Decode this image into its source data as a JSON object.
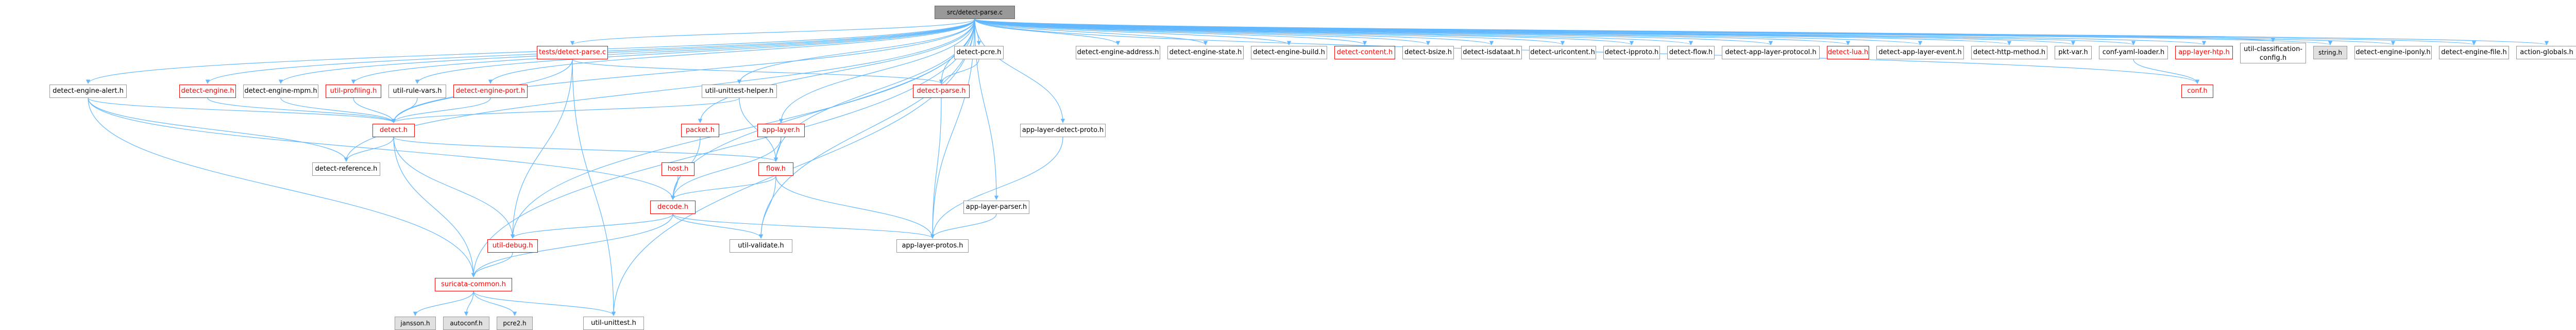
{
  "graph": {
    "edge_color": "#63b8ff",
    "nodes": [
      {
        "id": "root",
        "label": "src/detect-parse.c",
        "style": "root"
      },
      {
        "id": "tests_detect_parse",
        "label": "tests/detect-parse.c",
        "style": "red"
      },
      {
        "id": "detect_pcre",
        "label": "detect-pcre.h",
        "style": "normal"
      },
      {
        "id": "detect_engine_address",
        "label": "detect-engine-address.h",
        "style": "normal"
      },
      {
        "id": "detect_engine_state",
        "label": "detect-engine-state.h",
        "style": "normal"
      },
      {
        "id": "detect_engine_build",
        "label": "detect-engine-build.h",
        "style": "normal"
      },
      {
        "id": "detect_content",
        "label": "detect-content.h",
        "style": "red"
      },
      {
        "id": "detect_bsize",
        "label": "detect-bsize.h",
        "style": "normal"
      },
      {
        "id": "detect_isdataat",
        "label": "detect-isdataat.h",
        "style": "normal"
      },
      {
        "id": "detect_uricontent",
        "label": "detect-uricontent.h",
        "style": "normal"
      },
      {
        "id": "detect_ipproto",
        "label": "detect-ipproto.h",
        "style": "normal"
      },
      {
        "id": "detect_flow",
        "label": "detect-flow.h",
        "style": "normal"
      },
      {
        "id": "detect_app_layer_protocol",
        "label": "detect-app-layer-protocol.h",
        "style": "normal"
      },
      {
        "id": "detect_lua",
        "label": "detect-lua.h",
        "style": "red"
      },
      {
        "id": "detect_app_layer_event",
        "label": "detect-app-layer-event.h",
        "style": "normal"
      },
      {
        "id": "detect_http_method",
        "label": "detect-http-method.h",
        "style": "normal"
      },
      {
        "id": "pkt_var",
        "label": "pkt-var.h",
        "style": "normal"
      },
      {
        "id": "conf_yaml_loader",
        "label": "conf-yaml-loader.h",
        "style": "normal"
      },
      {
        "id": "app_layer_htp",
        "label": "app-layer-htp.h",
        "style": "red"
      },
      {
        "id": "util_classification_config",
        "label": "util-classification-config.h",
        "style": "normal",
        "two": true
      },
      {
        "id": "string_h",
        "label": "string.h",
        "style": "grey"
      },
      {
        "id": "detect_engine_iponly",
        "label": "detect-engine-iponly.h",
        "style": "normal"
      },
      {
        "id": "detect_engine_file",
        "label": "detect-engine-file.h",
        "style": "normal"
      },
      {
        "id": "action_globals",
        "label": "action-globals.h",
        "style": "normal"
      },
      {
        "id": "detect_engine_alert",
        "label": "detect-engine-alert.h",
        "style": "normal"
      },
      {
        "id": "detect_engine",
        "label": "detect-engine.h",
        "style": "red"
      },
      {
        "id": "detect_engine_mpm",
        "label": "detect-engine-mpm.h",
        "style": "normal"
      },
      {
        "id": "util_profiling",
        "label": "util-profiling.h",
        "style": "red"
      },
      {
        "id": "util_rule_vars",
        "label": "util-rule-vars.h",
        "style": "normal"
      },
      {
        "id": "detect_engine_port",
        "label": "detect-engine-port.h",
        "style": "red"
      },
      {
        "id": "util_unittest_helper",
        "label": "util-unittest-helper.h",
        "style": "normal"
      },
      {
        "id": "detect_parse_h",
        "label": "detect-parse.h",
        "style": "red"
      },
      {
        "id": "conf_h",
        "label": "conf.h",
        "style": "red"
      },
      {
        "id": "app_layer_detect_proto",
        "label": "app-layer-detect-proto.h",
        "style": "normal"
      },
      {
        "id": "detect_h",
        "label": "detect.h",
        "style": "red"
      },
      {
        "id": "packet_h",
        "label": "packet.h",
        "style": "red"
      },
      {
        "id": "app_layer_h",
        "label": "app-layer.h",
        "style": "red"
      },
      {
        "id": "detect_reference",
        "label": "detect-reference.h",
        "style": "normal"
      },
      {
        "id": "host_h",
        "label": "host.h",
        "style": "red"
      },
      {
        "id": "flow_h",
        "label": "flow.h",
        "style": "red"
      },
      {
        "id": "decode_h",
        "label": "decode.h",
        "style": "red"
      },
      {
        "id": "app_layer_parser",
        "label": "app-layer-parser.h",
        "style": "normal"
      },
      {
        "id": "util_debug",
        "label": "util-debug.h",
        "style": "red"
      },
      {
        "id": "util_validate",
        "label": "util-validate.h",
        "style": "normal"
      },
      {
        "id": "app_layer_protos",
        "label": "app-layer-protos.h",
        "style": "normal"
      },
      {
        "id": "suricata_common",
        "label": "suricata-common.h",
        "style": "red"
      },
      {
        "id": "jansson_h",
        "label": "jansson.h",
        "style": "grey"
      },
      {
        "id": "autoconf_h",
        "label": "autoconf.h",
        "style": "grey"
      },
      {
        "id": "pcre2_h",
        "label": "pcre2.h",
        "style": "grey"
      },
      {
        "id": "util_unittest",
        "label": "util-unittest.h",
        "style": "normal"
      }
    ],
    "edges": [
      [
        "root",
        "tests_detect_parse"
      ],
      [
        "root",
        "detect_pcre"
      ],
      [
        "root",
        "detect_engine_address"
      ],
      [
        "root",
        "detect_engine_state"
      ],
      [
        "root",
        "detect_engine_build"
      ],
      [
        "root",
        "detect_content"
      ],
      [
        "root",
        "detect_bsize"
      ],
      [
        "root",
        "detect_isdataat"
      ],
      [
        "root",
        "detect_uricontent"
      ],
      [
        "root",
        "detect_ipproto"
      ],
      [
        "root",
        "detect_flow"
      ],
      [
        "root",
        "detect_app_layer_protocol"
      ],
      [
        "root",
        "detect_lua"
      ],
      [
        "root",
        "detect_app_layer_event"
      ],
      [
        "root",
        "detect_http_method"
      ],
      [
        "root",
        "pkt_var"
      ],
      [
        "root",
        "conf_yaml_loader"
      ],
      [
        "root",
        "app_layer_htp"
      ],
      [
        "root",
        "util_classification_config"
      ],
      [
        "root",
        "string_h"
      ],
      [
        "root",
        "detect_engine_iponly"
      ],
      [
        "root",
        "detect_engine_file"
      ],
      [
        "root",
        "action_globals"
      ],
      [
        "root",
        "detect_engine_alert"
      ],
      [
        "root",
        "detect_engine"
      ],
      [
        "root",
        "detect_engine_mpm"
      ],
      [
        "root",
        "util_profiling"
      ],
      [
        "root",
        "util_rule_vars"
      ],
      [
        "root",
        "detect_engine_port"
      ],
      [
        "root",
        "util_unittest_helper"
      ],
      [
        "root",
        "detect_parse_h"
      ],
      [
        "root",
        "conf_h"
      ],
      [
        "root",
        "app_layer_detect_proto"
      ],
      [
        "root",
        "detect_h"
      ],
      [
        "root",
        "packet_h"
      ],
      [
        "root",
        "app_layer_h"
      ],
      [
        "root",
        "detect_reference"
      ],
      [
        "root",
        "flow_h"
      ],
      [
        "root",
        "decode_h"
      ],
      [
        "root",
        "app_layer_parser"
      ],
      [
        "root",
        "util_debug"
      ],
      [
        "root",
        "util_validate"
      ],
      [
        "root",
        "app_layer_protos"
      ],
      [
        "root",
        "suricata_common"
      ],
      [
        "root",
        "util_unittest"
      ],
      [
        "tests_detect_parse",
        "detect_h"
      ],
      [
        "tests_detect_parse",
        "detect_parse_h"
      ],
      [
        "tests_detect_parse",
        "util_debug"
      ],
      [
        "tests_detect_parse",
        "util_unittest"
      ],
      [
        "detect_pcre",
        "detect_parse_h"
      ],
      [
        "conf_yaml_loader",
        "conf_h"
      ],
      [
        "detect_engine_alert",
        "detect_h"
      ],
      [
        "detect_engine_alert",
        "detect_reference"
      ],
      [
        "detect_engine_alert",
        "decode_h"
      ],
      [
        "detect_engine_alert",
        "suricata_common"
      ],
      [
        "detect_engine",
        "detect_h"
      ],
      [
        "detect_engine_mpm",
        "detect_h"
      ],
      [
        "util_profiling",
        "detect_h"
      ],
      [
        "util_rule_vars",
        "detect_h"
      ],
      [
        "detect_engine_port",
        "detect_h"
      ],
      [
        "util_unittest_helper",
        "detect_h"
      ],
      [
        "util_unittest_helper",
        "flow_h"
      ],
      [
        "detect_parse_h",
        "app_layer_protos"
      ],
      [
        "app_layer_detect_proto",
        "app_layer_protos"
      ],
      [
        "detect_h",
        "detect_reference"
      ],
      [
        "detect_h",
        "flow_h"
      ],
      [
        "detect_h",
        "suricata_common"
      ],
      [
        "detect_h",
        "util_debug"
      ],
      [
        "packet_h",
        "decode_h"
      ],
      [
        "app_layer_h",
        "flow_h"
      ],
      [
        "app_layer_h",
        "decode_h"
      ],
      [
        "host_h",
        "decode_h"
      ],
      [
        "flow_h",
        "decode_h"
      ],
      [
        "flow_h",
        "util_validate"
      ],
      [
        "flow_h",
        "app_layer_protos"
      ],
      [
        "decode_h",
        "util_debug"
      ],
      [
        "decode_h",
        "suricata_common"
      ],
      [
        "decode_h",
        "util_validate"
      ],
      [
        "decode_h",
        "app_layer_protos"
      ],
      [
        "app_layer_parser",
        "app_layer_protos"
      ],
      [
        "util_debug",
        "suricata_common"
      ],
      [
        "suricata_common",
        "jansson_h"
      ],
      [
        "suricata_common",
        "autoconf_h"
      ],
      [
        "suricata_common",
        "pcre2_h"
      ],
      [
        "suricata_common",
        "util_unittest"
      ]
    ]
  }
}
